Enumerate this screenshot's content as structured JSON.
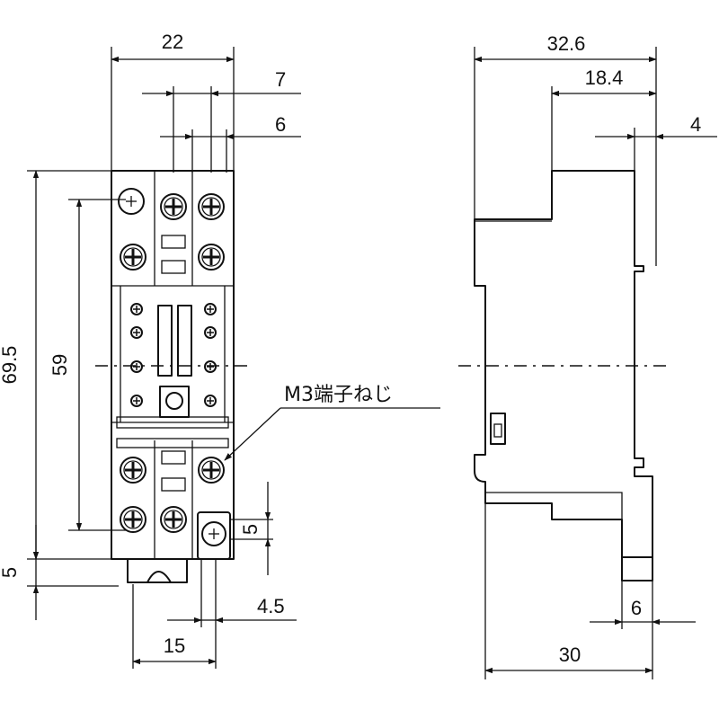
{
  "dimensions": {
    "front_width": "22",
    "front_pitch_7": "7",
    "front_pitch_6": "6",
    "front_height_total": "69.5",
    "front_height_inner": "59",
    "front_bottom_5": "5",
    "front_pitch_bottom_5": "5",
    "front_pitch_4_5": "4.5",
    "front_width_bottom": "15",
    "side_depth_total": "32.6",
    "side_depth_upper": "18.4",
    "side_top_4": "4",
    "side_bottom_6": "6",
    "side_base_30": "30"
  },
  "callout": {
    "label": "M3端子ねじ"
  }
}
